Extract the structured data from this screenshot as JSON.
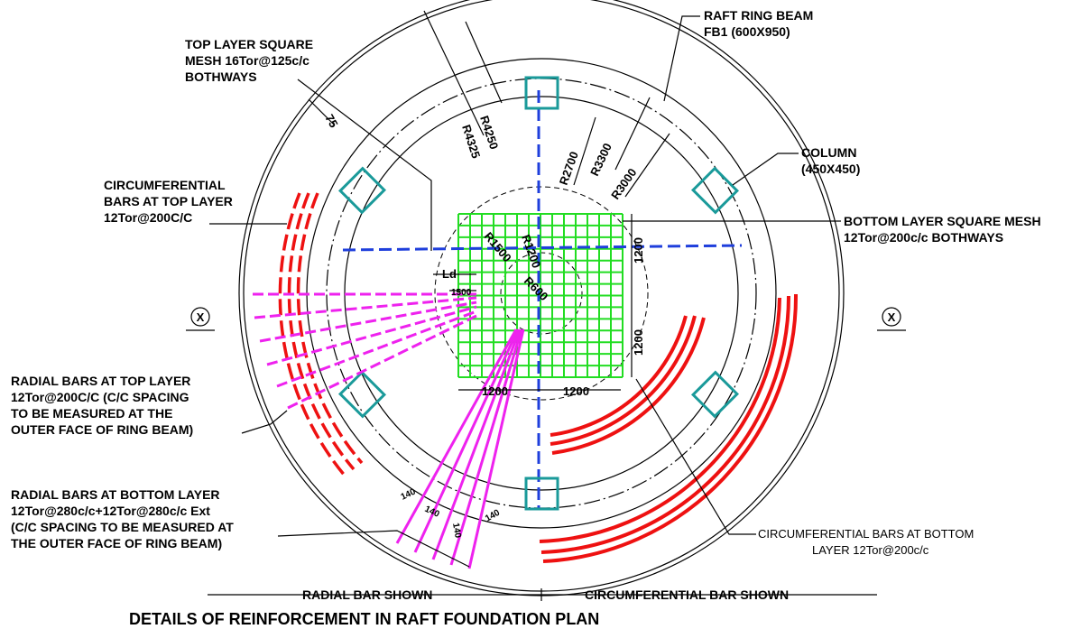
{
  "labels": {
    "raft_ring_beam_line1": "RAFT RING BEAM",
    "raft_ring_beam_line2": "FB1 (600X950)",
    "top_mesh_line1": "TOP LAYER SQUARE",
    "top_mesh_line2": "MESH 16Tor@125c/c",
    "top_mesh_line3": "BOTHWAYS",
    "circ_top_line1": "CIRCUMFERENTIAL",
    "circ_top_line2": "BARS AT TOP LAYER",
    "circ_top_line3": "12Tor@200C/C",
    "column_line1": "COLUMN",
    "column_line2": "(450X450)",
    "bottom_mesh_line1": "BOTTOM LAYER SQUARE MESH",
    "bottom_mesh_line2": "12Tor@200c/c BOTHWAYS",
    "radial_top_line1": "RADIAL BARS AT TOP LAYER",
    "radial_top_line2": "12Tor@200C/C (C/C SPACING",
    "radial_top_line3": "TO BE MEASURED AT THE",
    "radial_top_line4": "OUTER FACE OF RING BEAM)",
    "radial_bottom_line1": "RADIAL BARS AT BOTTOM LAYER",
    "radial_bottom_line2": "12Tor@280c/c+12Tor@280c/c Ext",
    "radial_bottom_line3": "(C/C SPACING TO BE MEASURED AT",
    "radial_bottom_line4": "THE OUTER FACE OF RING BEAM)",
    "circ_bottom_line1": "CIRCUMFERENTIAL BARS AT BOTTOM",
    "circ_bottom_line2": "LAYER 12Tor@200c/c",
    "radial_shown": "RADIAL BAR SHOWN",
    "circ_shown": "CIRCUMFERENTIAL BAR  SHOWN",
    "section_mark": "X",
    "title": "DETAILS OF REINFORCEMENT IN RAFT FOUNDATION PLAN"
  },
  "dimensions": {
    "r4250": "R4250",
    "r4325": "R4325",
    "r2700": "R2700",
    "r3300": "R3300",
    "r3000": "R3000",
    "cover_75": "75",
    "r1500": "R1500",
    "r1200": "R1200",
    "r600": "R600",
    "ld": "Ld",
    "dim_1500": "1500",
    "dim_1200_right_top": "1200",
    "dim_1200_right_bottom": "1200",
    "dim_1200_bottom_left": "1200",
    "dim_1200_bottom_right": "1200",
    "s140_a": "140",
    "s140_b": "140",
    "s140_c": "140",
    "s140_d": "140"
  },
  "colors": {
    "ring_outline": "#000000",
    "column": "#1a9a9a",
    "axis": "#1f3fdc",
    "mesh": "#22dd22",
    "circumferential_bars": "#ee1111",
    "radial_bars": "#ee22ee"
  }
}
